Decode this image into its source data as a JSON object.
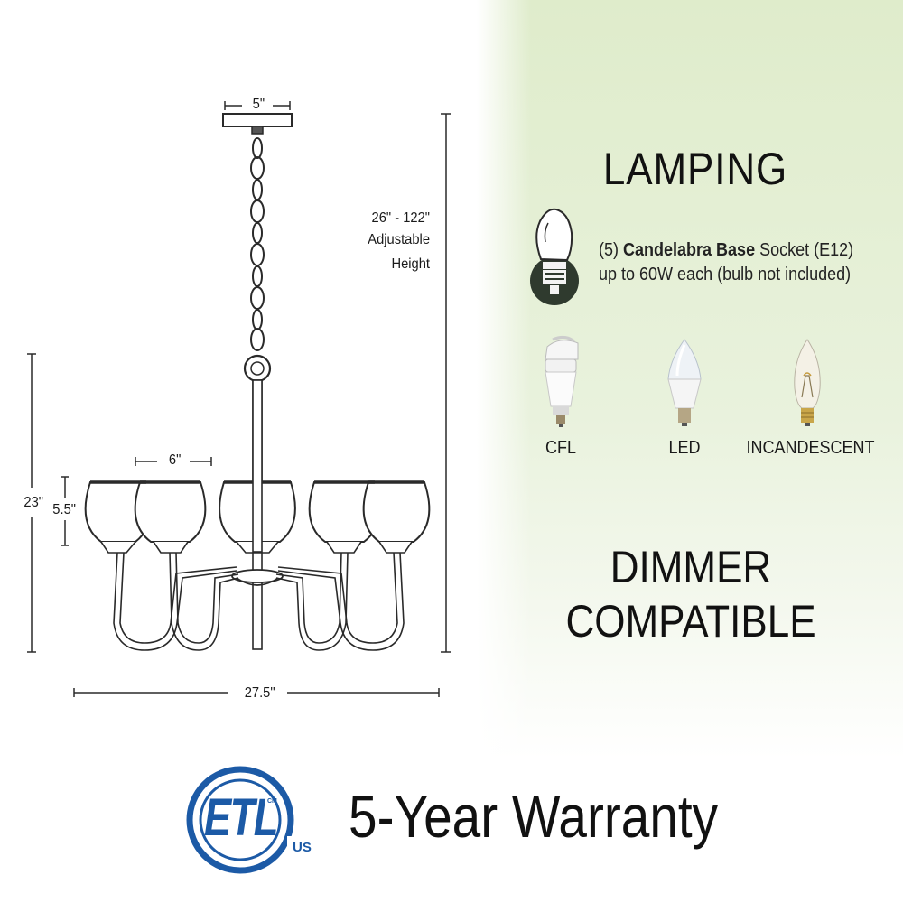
{
  "dimensions": {
    "canopy_width": "5\"",
    "adjustable_height_range": "26\" - 122\"",
    "adjustable_label": "Adjustable",
    "height_label": "Height",
    "overall_height": "23\"",
    "shade_height": "5.5\"",
    "shade_width": "6\"",
    "overall_width": "27.5\""
  },
  "lamping": {
    "title": "LAMPING",
    "socket_count": "(5)",
    "socket_type": "Candelabra Base",
    "socket_word": "Socket (E12)",
    "wattage": "up to 60W each (bulb not included)",
    "bulbs": [
      {
        "label": "CFL",
        "icon": "cfl-bulb-icon"
      },
      {
        "label": "LED",
        "icon": "led-bulb-icon"
      },
      {
        "label": "INCANDESCENT",
        "icon": "incandescent-bulb-icon"
      }
    ]
  },
  "dimmer": {
    "line1": "DIMMER",
    "line2": "COMPATIBLE"
  },
  "certification": {
    "logo": "etl-listed-logo",
    "logo_text": "ETL",
    "logo_sub": "US",
    "logo_cm": "CM",
    "warranty": "5-Year Warranty",
    "brand_color": "#1c5aa6"
  }
}
